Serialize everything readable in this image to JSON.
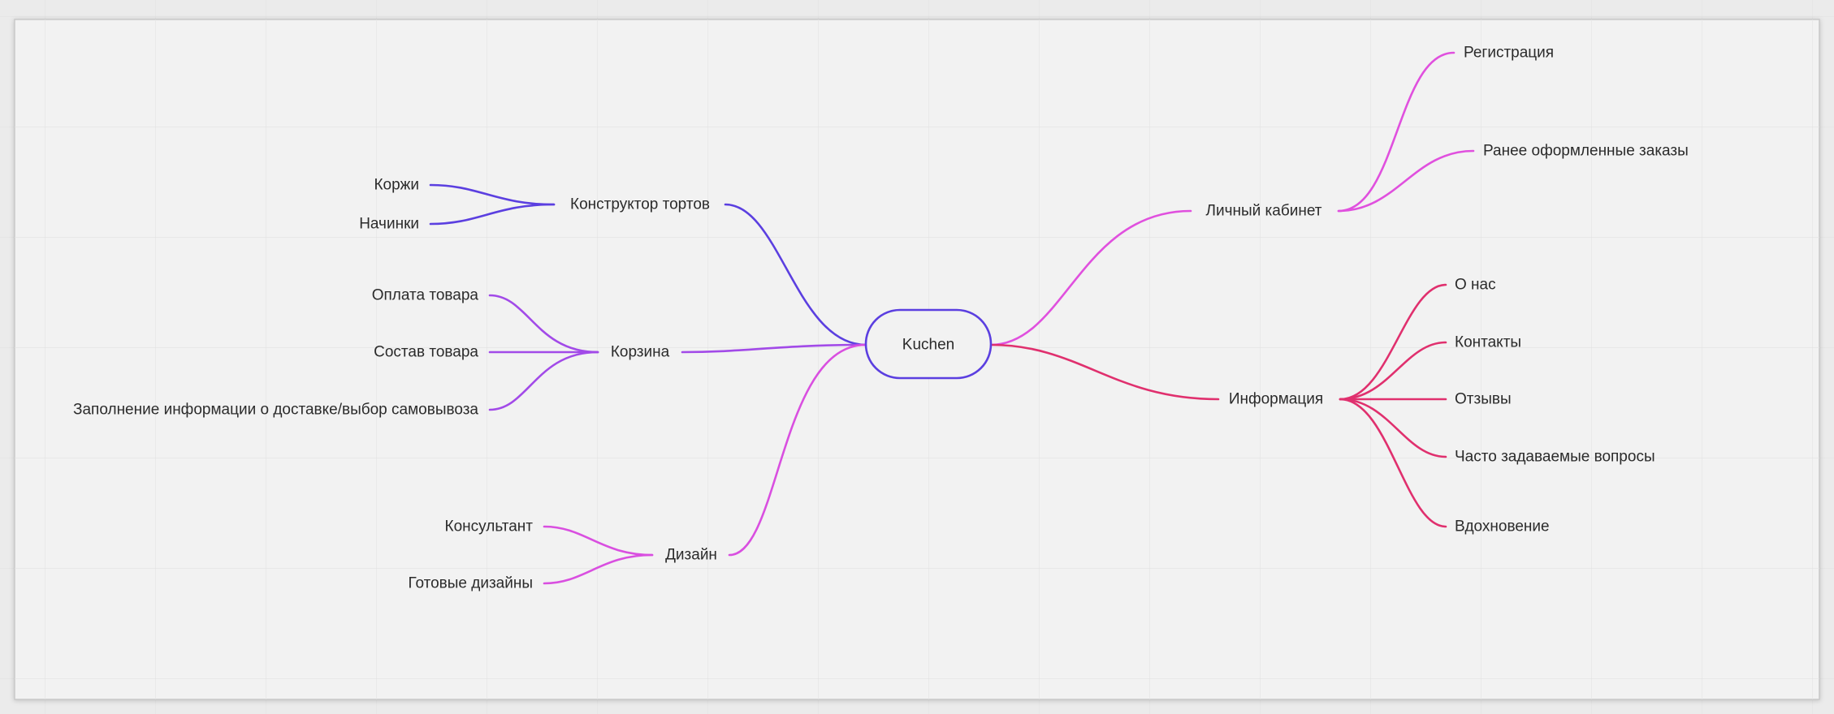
{
  "colors": {
    "canvas_bg": "#ebebeb",
    "board_bg": "#f2f2f2",
    "grid_line": "#e2e2e2",
    "board_border": "#c9c9c9",
    "text": "#2b2b2b",
    "root_stroke": "#5b3fe0",
    "branch_constructor": "#5b3fe0",
    "branch_cart": "#a24ae8",
    "branch_design": "#d94fe0",
    "branch_account": "#e050de",
    "branch_info": "#e0306e"
  },
  "mindmap": {
    "root": {
      "label": "Kuchen"
    },
    "branches": {
      "constructor": {
        "label": "Конструктор тортов",
        "children": [
          "Коржи",
          "Начинки"
        ]
      },
      "cart": {
        "label": "Корзина",
        "children": [
          "Оплата товара",
          "Состав товара",
          "Заполнение информации о доставке/выбор самовывоза"
        ]
      },
      "design": {
        "label": "Дизайн",
        "children": [
          "Консультант",
          "Готовые дизайны"
        ]
      },
      "account": {
        "label": "Личный кабинет",
        "children": [
          "Регистрация",
          "Ранее оформленные заказы"
        ]
      },
      "info": {
        "label": "Информация",
        "children": [
          "О нас",
          "Контакты",
          "Отзывы",
          "Часто задаваемые вопросы",
          "Вдохновение"
        ]
      }
    }
  }
}
